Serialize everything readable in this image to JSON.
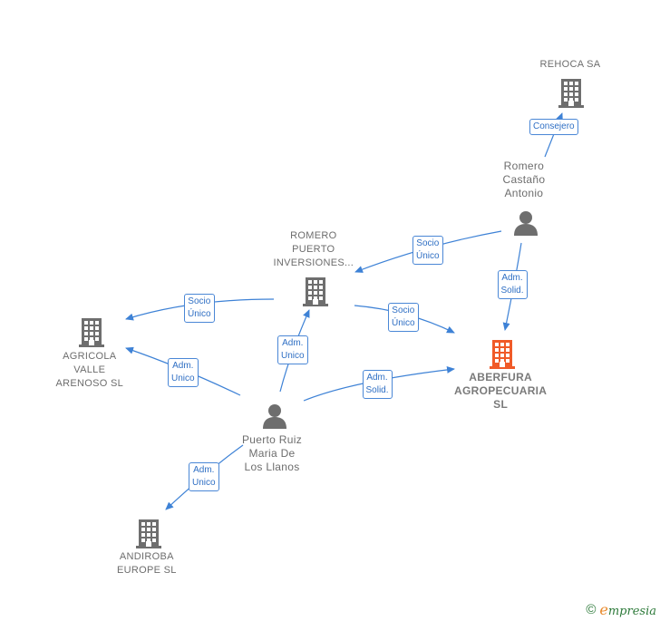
{
  "colors": {
    "edge": "#3e82d6",
    "company": "#6e6e6e",
    "main_company": "#f05a28",
    "person": "#6e6e6e"
  },
  "nodes": [
    {
      "id": "rehoca",
      "type": "company",
      "label": "REHOCA SA"
    },
    {
      "id": "romero_castano",
      "type": "person",
      "label": "Romero\nCastaño\nAntonio"
    },
    {
      "id": "romero_puerto",
      "type": "company",
      "label": "ROMERO\nPUERTO\nINVERSIONES..."
    },
    {
      "id": "agricola",
      "type": "company",
      "label": "AGRICOLA\nVALLE\nARENOSO  SL"
    },
    {
      "id": "aberfura",
      "type": "main_company",
      "label": "ABERFURA\nAGROPECUARIA\nSL"
    },
    {
      "id": "puerto_ruiz",
      "type": "person",
      "label": "Puerto Ruiz\nMaria De\nLos Llanos"
    },
    {
      "id": "andiroba",
      "type": "company",
      "label": "ANDIROBA\nEUROPE  SL"
    }
  ],
  "edges": [
    {
      "from": "romero_castano",
      "to": "rehoca",
      "label": "Consejero"
    },
    {
      "from": "romero_castano",
      "to": "romero_puerto",
      "label": "Socio\nÚnico"
    },
    {
      "from": "romero_castano",
      "to": "aberfura",
      "label": "Adm.\nSolid."
    },
    {
      "from": "romero_puerto",
      "to": "agricola",
      "label": "Socio\nÚnico"
    },
    {
      "from": "romero_puerto",
      "to": "aberfura",
      "label": "Socio\nÚnico"
    },
    {
      "from": "puerto_ruiz",
      "to": "romero_puerto",
      "label": "Adm.\nUnico"
    },
    {
      "from": "puerto_ruiz",
      "to": "agricola",
      "label": "Adm.\nUnico"
    },
    {
      "from": "puerto_ruiz",
      "to": "aberfura",
      "label": "Adm.\nSolid."
    },
    {
      "from": "puerto_ruiz",
      "to": "andiroba",
      "label": "Adm.\nUnico"
    }
  ],
  "footer": {
    "copyright": "©",
    "brand_initial": "e",
    "brand_rest": "mpresia"
  }
}
